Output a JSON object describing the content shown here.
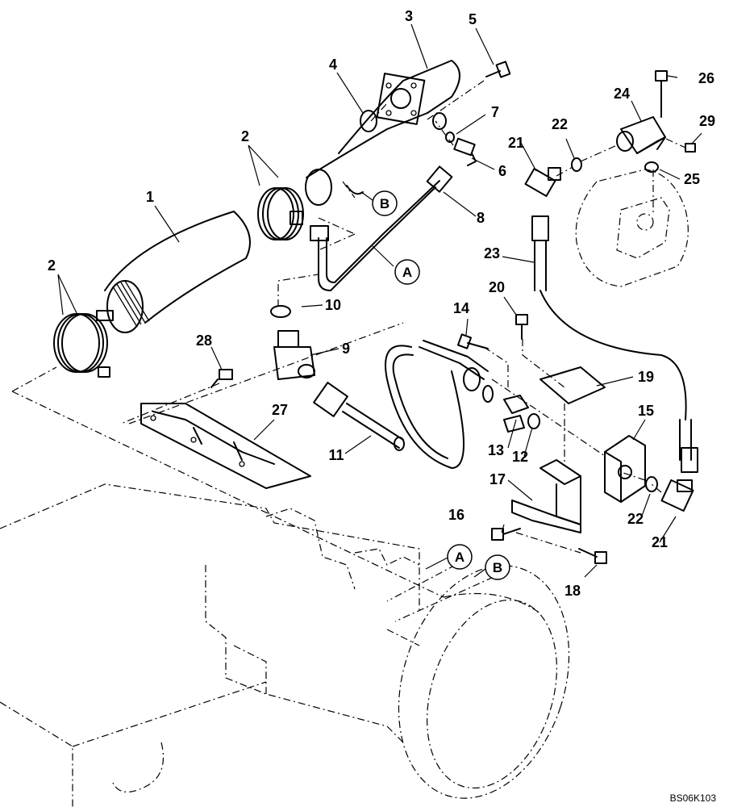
{
  "drawing_code": "BS06K103",
  "callouts": {
    "c1": "1",
    "c2a": "2",
    "c2b": "2",
    "c3": "3",
    "c4": "4",
    "c5": "5",
    "c6": "6",
    "c7": "7",
    "c8": "8",
    "c9": "9",
    "c10": "10",
    "c11": "11",
    "c12": "12",
    "c13": "13",
    "c14": "14",
    "c15": "15",
    "c16": "16",
    "c17": "17",
    "c18": "18",
    "c19": "19",
    "c20": "20",
    "c21a": "21",
    "c21b": "21",
    "c22a": "22",
    "c22b": "22",
    "c23": "23",
    "c24": "24",
    "c25": "25",
    "c26": "26",
    "c27": "27",
    "c28": "28",
    "c29": "29"
  },
  "refs": {
    "a1": "A",
    "b1": "B",
    "a2": "A",
    "b2": "B"
  }
}
